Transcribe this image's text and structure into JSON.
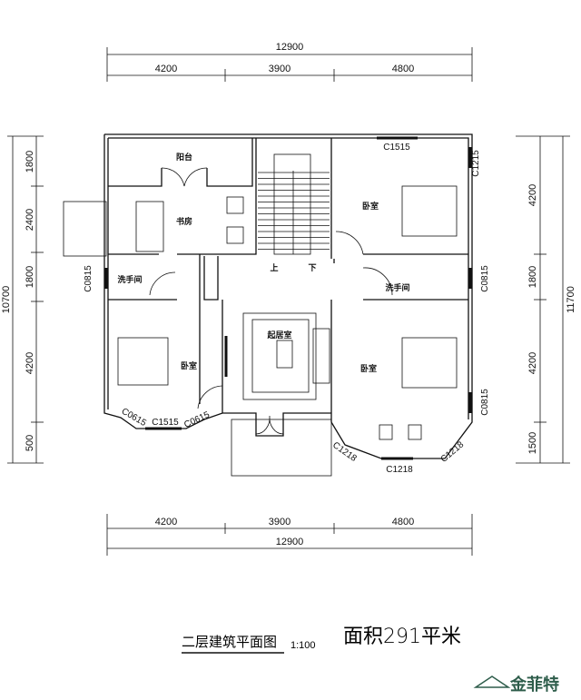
{
  "dimensions": {
    "top_total": "12900",
    "top_segments": [
      "4200",
      "3900",
      "4800"
    ],
    "bottom_total": "12900",
    "bottom_segments": [
      "4200",
      "3900",
      "4800"
    ],
    "left_total": "10700",
    "left_segments": [
      "1800",
      "2400",
      "1800",
      "4200",
      "500"
    ],
    "right_total": "11700",
    "right_segments": [
      "4200",
      "1800",
      "4200",
      "1500"
    ]
  },
  "rooms": {
    "balcony": "阳台",
    "study": "书房",
    "washroom_left": "洗手间",
    "bedroom_left": "卧室",
    "living": "起居室",
    "bedroom_right_lower": "卧室",
    "bedroom_right_upper": "卧室",
    "washroom_right": "洗手间",
    "stair_up": "上",
    "stair_down": "下"
  },
  "windows": {
    "top_right": "C1515",
    "right_upper": "C1215",
    "left_wash": "C0815",
    "right_wash": "C0815",
    "right_lower": "C0815",
    "bay_left_a": "C0615",
    "bay_left_mid": "C1515",
    "bay_left_b": "C0615",
    "bay_right_a": "C1218",
    "bay_right_mid": "C1218",
    "bay_right_b": "C1218"
  },
  "caption": {
    "title": "二层建筑平面图",
    "scale": "1:100",
    "area": "面积291平米"
  },
  "logo": {
    "brand": "金菲特",
    "color": "#2e5d4b"
  }
}
